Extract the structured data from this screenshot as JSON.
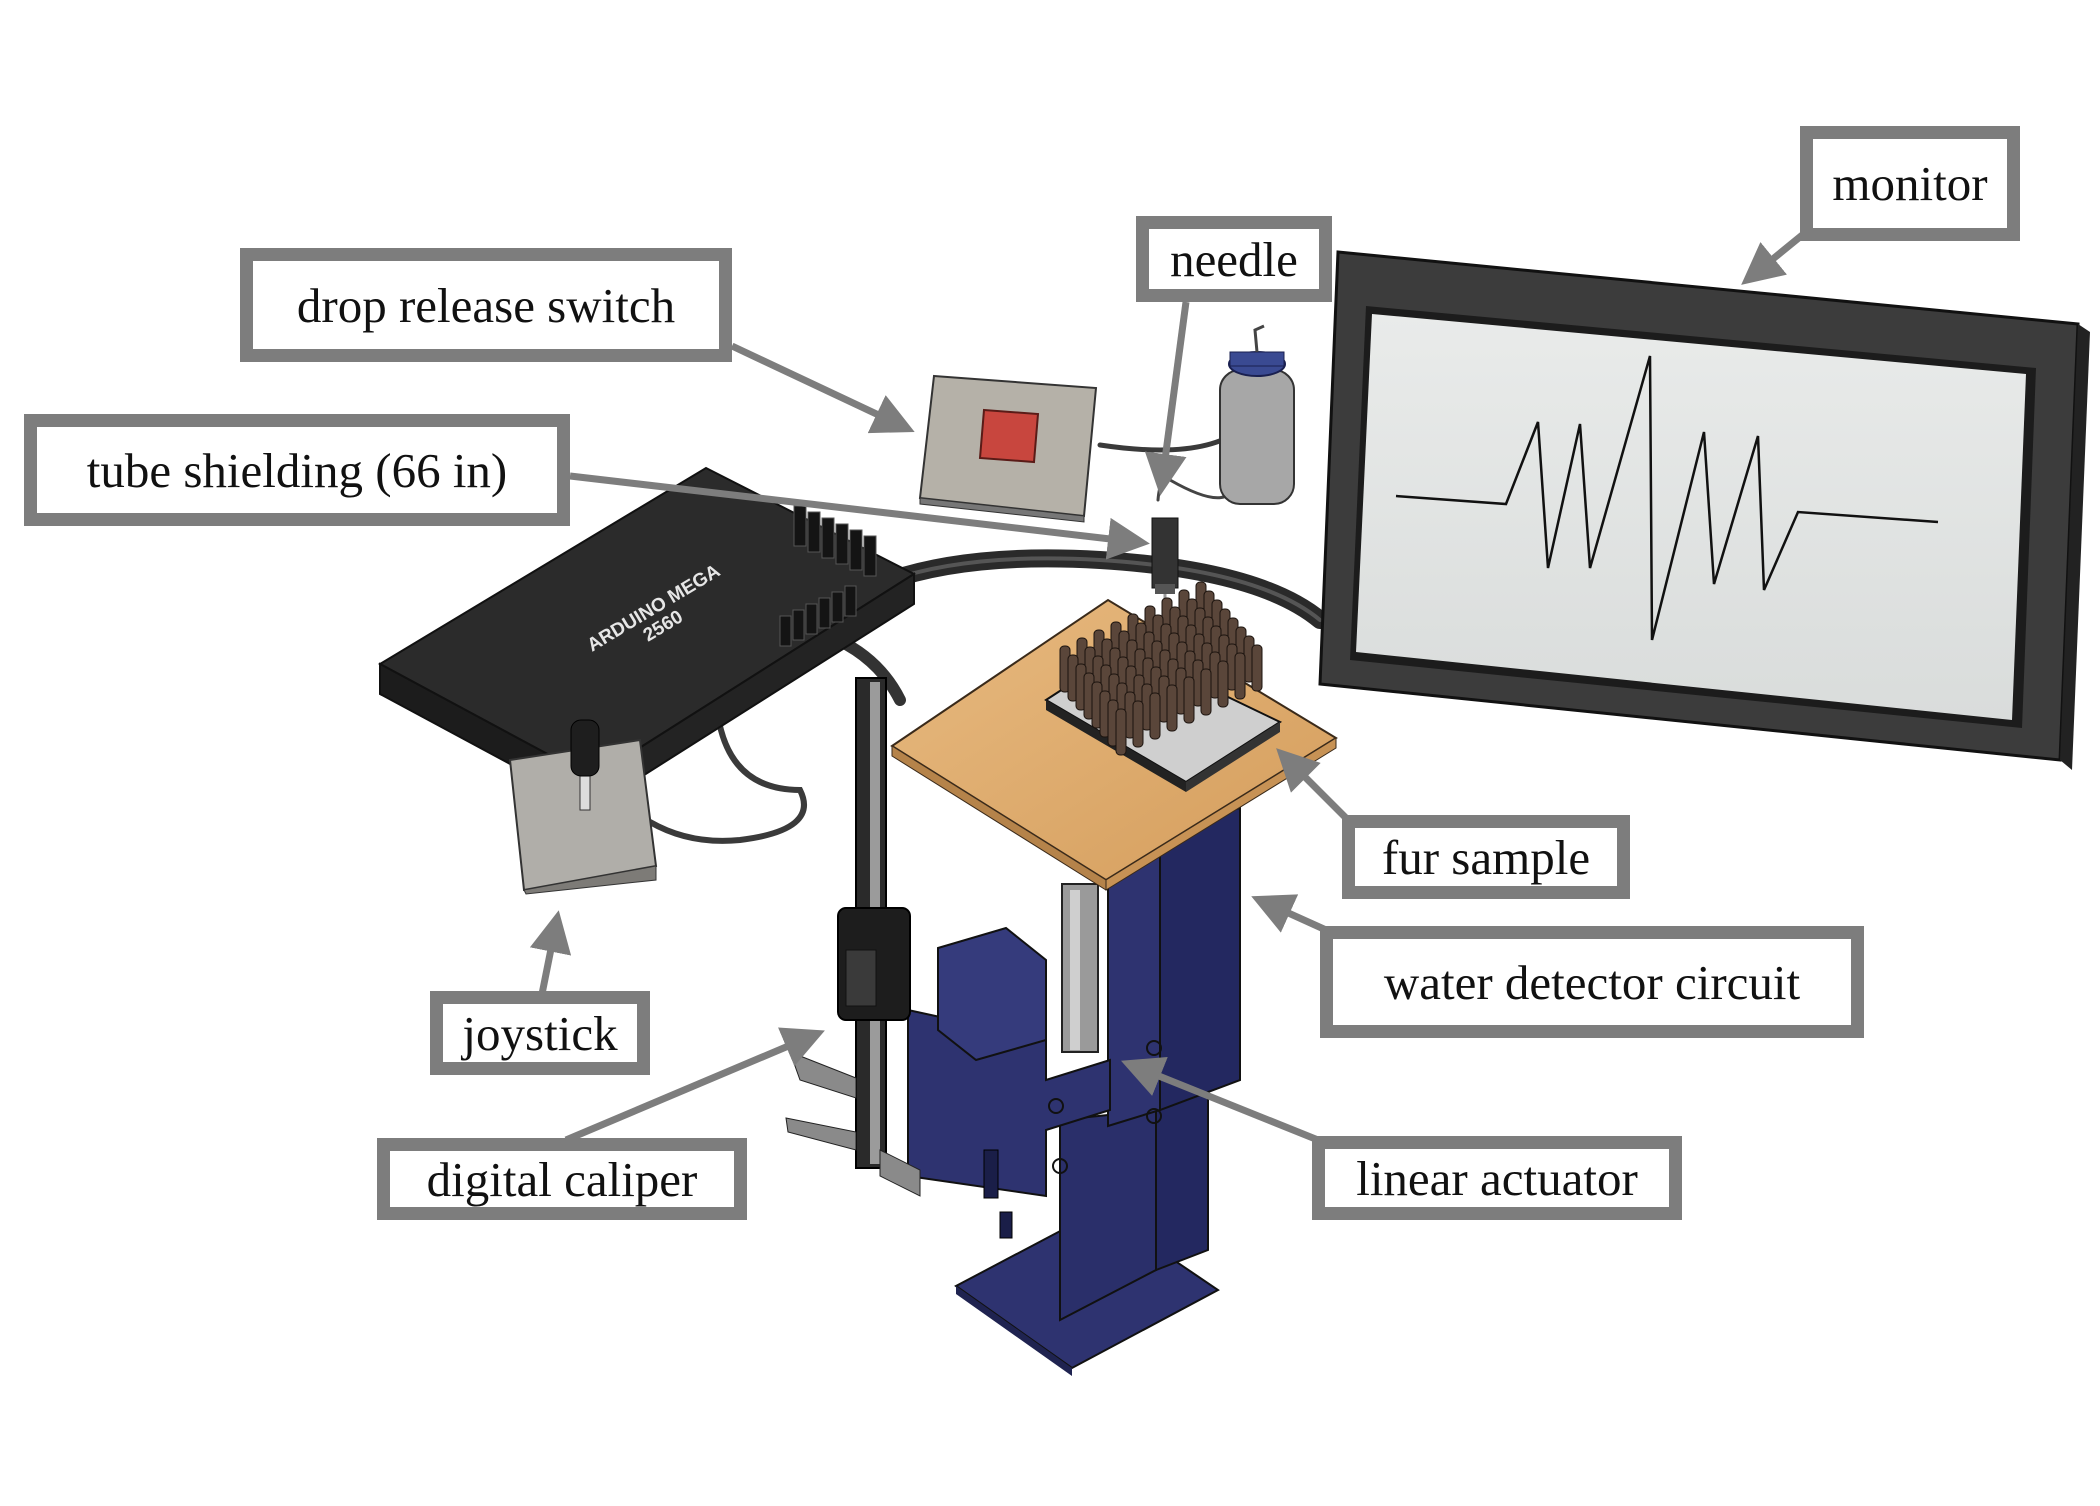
{
  "labels": {
    "monitor": "monitor",
    "needle": "needle",
    "drop_release_switch": "drop release switch",
    "tube_shielding": "tube shielding (66 in)",
    "fur_sample": "fur sample",
    "water_detector_circuit": "water detector circuit",
    "joystick": "joystick",
    "linear_actuator": "linear actuator",
    "digital_caliper": "digital caliper"
  },
  "board": {
    "line1": "ARDUINO MEGA",
    "line2": "2560"
  },
  "colors": {
    "label_border": "#7d7d7d",
    "arrow": "#7d7d7d",
    "actuator_blue": "#2e3370",
    "table_wood": "#dca86a",
    "board_black": "#2b2b2b",
    "monitor_screen": "#e2e4e3",
    "switch_red": "#c8463e"
  }
}
